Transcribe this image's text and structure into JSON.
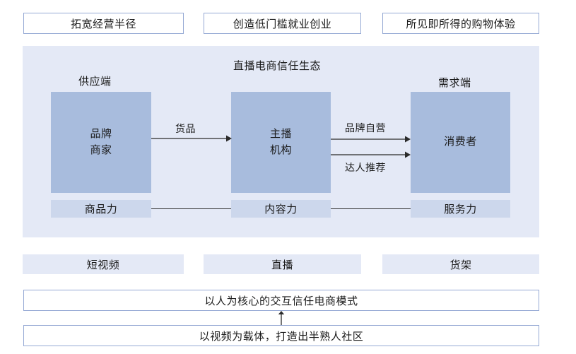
{
  "diagram": {
    "title": "直播电商信任生态",
    "goals": [
      {
        "label": "拓宽经营半径"
      },
      {
        "label": "创造低门槛就业创业"
      },
      {
        "label": "所见即所得的购物体验"
      }
    ],
    "side_labels": {
      "supply": "供应端",
      "demand": "需求端"
    },
    "actors": [
      {
        "line1": "品牌",
        "line2": "商家"
      },
      {
        "line1": "主播",
        "line2": "机构"
      },
      {
        "line1": "消费者",
        "line2": ""
      }
    ],
    "flows": [
      {
        "label": "货品"
      },
      {
        "label": "品牌自营"
      },
      {
        "label": "达人推荐"
      }
    ],
    "capabilities": [
      {
        "label": "商品力"
      },
      {
        "label": "内容力"
      },
      {
        "label": "服务力"
      }
    ],
    "channels": [
      {
        "label": "短视频"
      },
      {
        "label": "直播"
      },
      {
        "label": "货架"
      }
    ],
    "summaries": [
      {
        "label": "以人为核心的交互信任电商模式"
      },
      {
        "label": "以视频为载体，打造出半熟人社区"
      }
    ],
    "colors": {
      "panel_background": "#e4e9f6",
      "actor_fill": "#a8bcdd",
      "capability_fill": "#ccd7ec",
      "box_border": "#95a9d4",
      "arrow_stroke": "#2b2b2b",
      "text": "#1a1a1a"
    }
  }
}
